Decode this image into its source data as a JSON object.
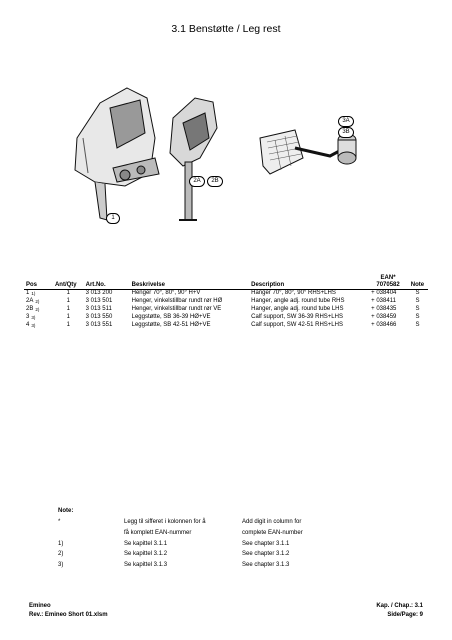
{
  "title": "3.1 Benstøtte / Leg rest",
  "callouts": {
    "c1": "1",
    "c2a": "2A",
    "c2b": "2B",
    "c3a": "3A",
    "c3b": "3B"
  },
  "table": {
    "headers": [
      "Pos",
      "Ant/Qty",
      "Art.No.",
      "Beskrivelse",
      "Description",
      "EAN*\n7070582",
      "Note"
    ],
    "rows": [
      {
        "pos": "1",
        "sup": "1)",
        "qty": "1",
        "art": "3 013 200",
        "no": "Henger 70°, 80°, 90° H+V",
        "en": "Hanger 70°, 80°, 90° RHS+LHS",
        "ean": "+ 038404",
        "note": "S"
      },
      {
        "pos": "2A",
        "sup": "2)",
        "qty": "1",
        "art": "3 013 501",
        "no": "Henger, vinkelstillbar rundt rør HØ",
        "en": "Hanger, angle adj. round tube RHS",
        "ean": "+ 038411",
        "note": "S"
      },
      {
        "pos": "2B",
        "sup": "2)",
        "qty": "1",
        "art": "3 013 511",
        "no": "Henger, vinkelstillbar rundt rør VE",
        "en": "Hanger, angle adj. round tube LHS",
        "ean": "+ 038435",
        "note": "S"
      },
      {
        "pos": "3",
        "sup": "3)",
        "qty": "1",
        "art": "3 013 550",
        "no": "Leggstøtte, SB 36-39 HØ+VE",
        "en": "Calf support,  SW 36-39 RHS+LHS",
        "ean": "+ 038459",
        "note": "S"
      },
      {
        "pos": "4",
        "sup": "3)",
        "qty": "1",
        "art": "3 013 551",
        "no": "Leggstøtte, SB 42-51 HØ+VE",
        "en": "Calf support, SW 42-51 RHS+LHS",
        "ean": "+ 038466",
        "note": "S"
      }
    ]
  },
  "notes": {
    "heading": "Note:",
    "rows": [
      {
        "key": "*",
        "no": "Legg til sifferet i kolonnen for å",
        "en": "Add digit in column for"
      },
      {
        "key": "",
        "no": "få komplett EAN-nummer",
        "en": "complete EAN-number"
      },
      {
        "key": "1)",
        "no": "Se kapittel 3.1.1",
        "en": "See chapter 3.1.1"
      },
      {
        "key": "2)",
        "no": "Se kapittel 3.1.2",
        "en": "See chapter 3.1.2"
      },
      {
        "key": "3)",
        "no": "Se kapittel 3.1.3",
        "en": "See chapter 3.1.3"
      }
    ]
  },
  "footer": {
    "left_top": "Emineo",
    "left_bottom": "Rev.: Emineo Short 01.xlsm",
    "right_top": "Kap. / Chap.: 3.1",
    "right_bottom": "Side/Page: 9"
  }
}
